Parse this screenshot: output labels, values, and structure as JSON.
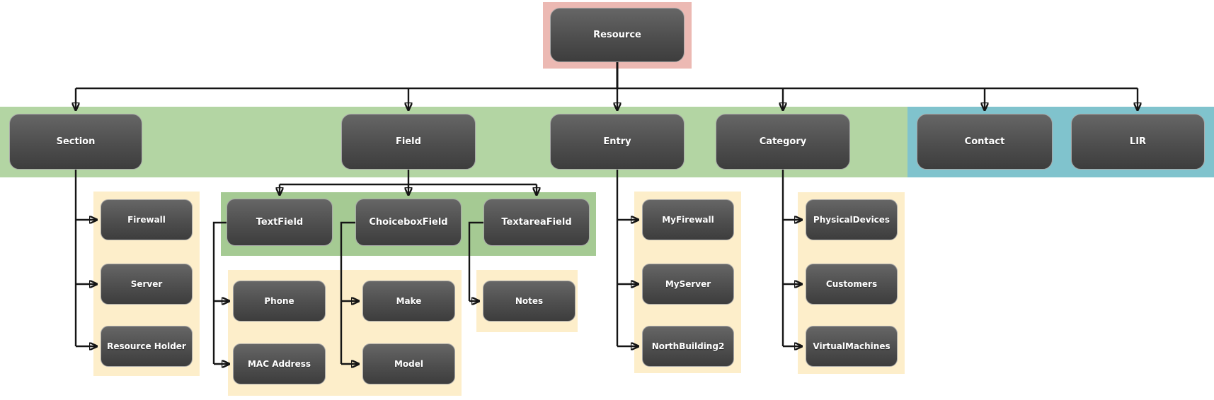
{
  "palette": {
    "background": "#ffffff",
    "node_fill_top": "#666666",
    "node_fill_bottom": "#3d3d3d",
    "node_border": "#a8a8a8",
    "node_text": "#ffffff",
    "connector": "#151515",
    "resource_group_panel_pink": "#ecb9b3",
    "level1_band_green": "#b3d5a3",
    "field_children_panel_green": "#a5ca93",
    "level1_band_blue": "#80c3cd",
    "instance_panel_cream": "#fdeeca"
  },
  "nodes": {
    "resource": "Resource",
    "section": "Section",
    "field": "Field",
    "entry": "Entry",
    "category": "Category",
    "contact": "Contact",
    "lir": "LIR",
    "firewall": "Firewall",
    "server": "Server",
    "resource_holder": "Resource Holder",
    "textfield": "TextField",
    "choiceboxfield": "ChoiceboxField",
    "textareafield": "TextareaField",
    "phone": "Phone",
    "mac_address": "MAC Address",
    "make": "Make",
    "model": "Model",
    "notes": "Notes",
    "myfirewall": "MyFirewall",
    "myserver": "MyServer",
    "northbuilding2": "NorthBuilding2",
    "physicaldevices": "PhysicalDevices",
    "customers": "Customers",
    "virtualmachines": "VirtualMachines"
  },
  "hierarchy": {
    "resource": [
      "section",
      "field",
      "entry",
      "category",
      "contact",
      "lir"
    ],
    "section": [
      "firewall",
      "server",
      "resource_holder"
    ],
    "field": [
      "textfield",
      "choiceboxfield",
      "textareafield"
    ],
    "textfield": [
      "phone",
      "mac_address"
    ],
    "choiceboxfield": [
      "make",
      "model"
    ],
    "textareafield": [
      "notes"
    ],
    "entry": [
      "myfirewall",
      "myserver",
      "northbuilding2"
    ],
    "category": [
      "physicaldevices",
      "customers",
      "virtualmachines"
    ]
  }
}
